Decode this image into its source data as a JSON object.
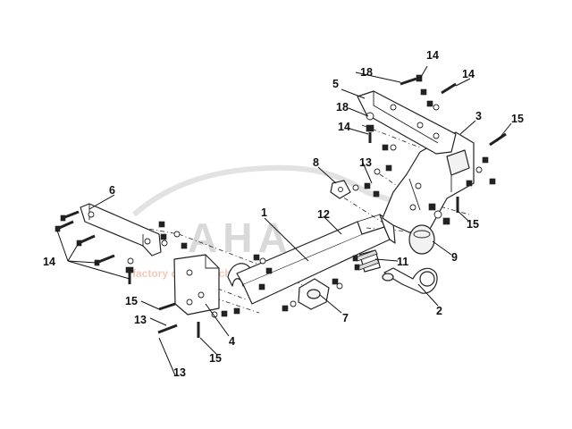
{
  "watermark": {
    "brand": "AHA",
    "subtitle": "factory of tow hitches"
  },
  "labels": [
    {
      "key": "p1",
      "text": "1"
    },
    {
      "key": "p2",
      "text": "2"
    },
    {
      "key": "p3",
      "text": "3"
    },
    {
      "key": "p4",
      "text": "4"
    },
    {
      "key": "p5",
      "text": "5"
    },
    {
      "key": "p6",
      "text": "6"
    },
    {
      "key": "p7",
      "text": "7"
    },
    {
      "key": "p8",
      "text": "8"
    },
    {
      "key": "p9",
      "text": "9"
    },
    {
      "key": "p11",
      "text": "11"
    },
    {
      "key": "p12",
      "text": "12"
    },
    {
      "key": "p13a",
      "text": "13"
    },
    {
      "key": "p13b",
      "text": "13"
    },
    {
      "key": "p13c",
      "text": "13"
    },
    {
      "key": "p14a",
      "text": "14"
    },
    {
      "key": "p14b",
      "text": "14"
    },
    {
      "key": "p14c",
      "text": "14"
    },
    {
      "key": "p14d",
      "text": "14"
    },
    {
      "key": "p15a",
      "text": "15"
    },
    {
      "key": "p15b",
      "text": "15"
    },
    {
      "key": "p15c",
      "text": "15"
    },
    {
      "key": "p15d",
      "text": "15"
    },
    {
      "key": "p18a",
      "text": "18"
    },
    {
      "key": "p18b",
      "text": "18"
    }
  ]
}
